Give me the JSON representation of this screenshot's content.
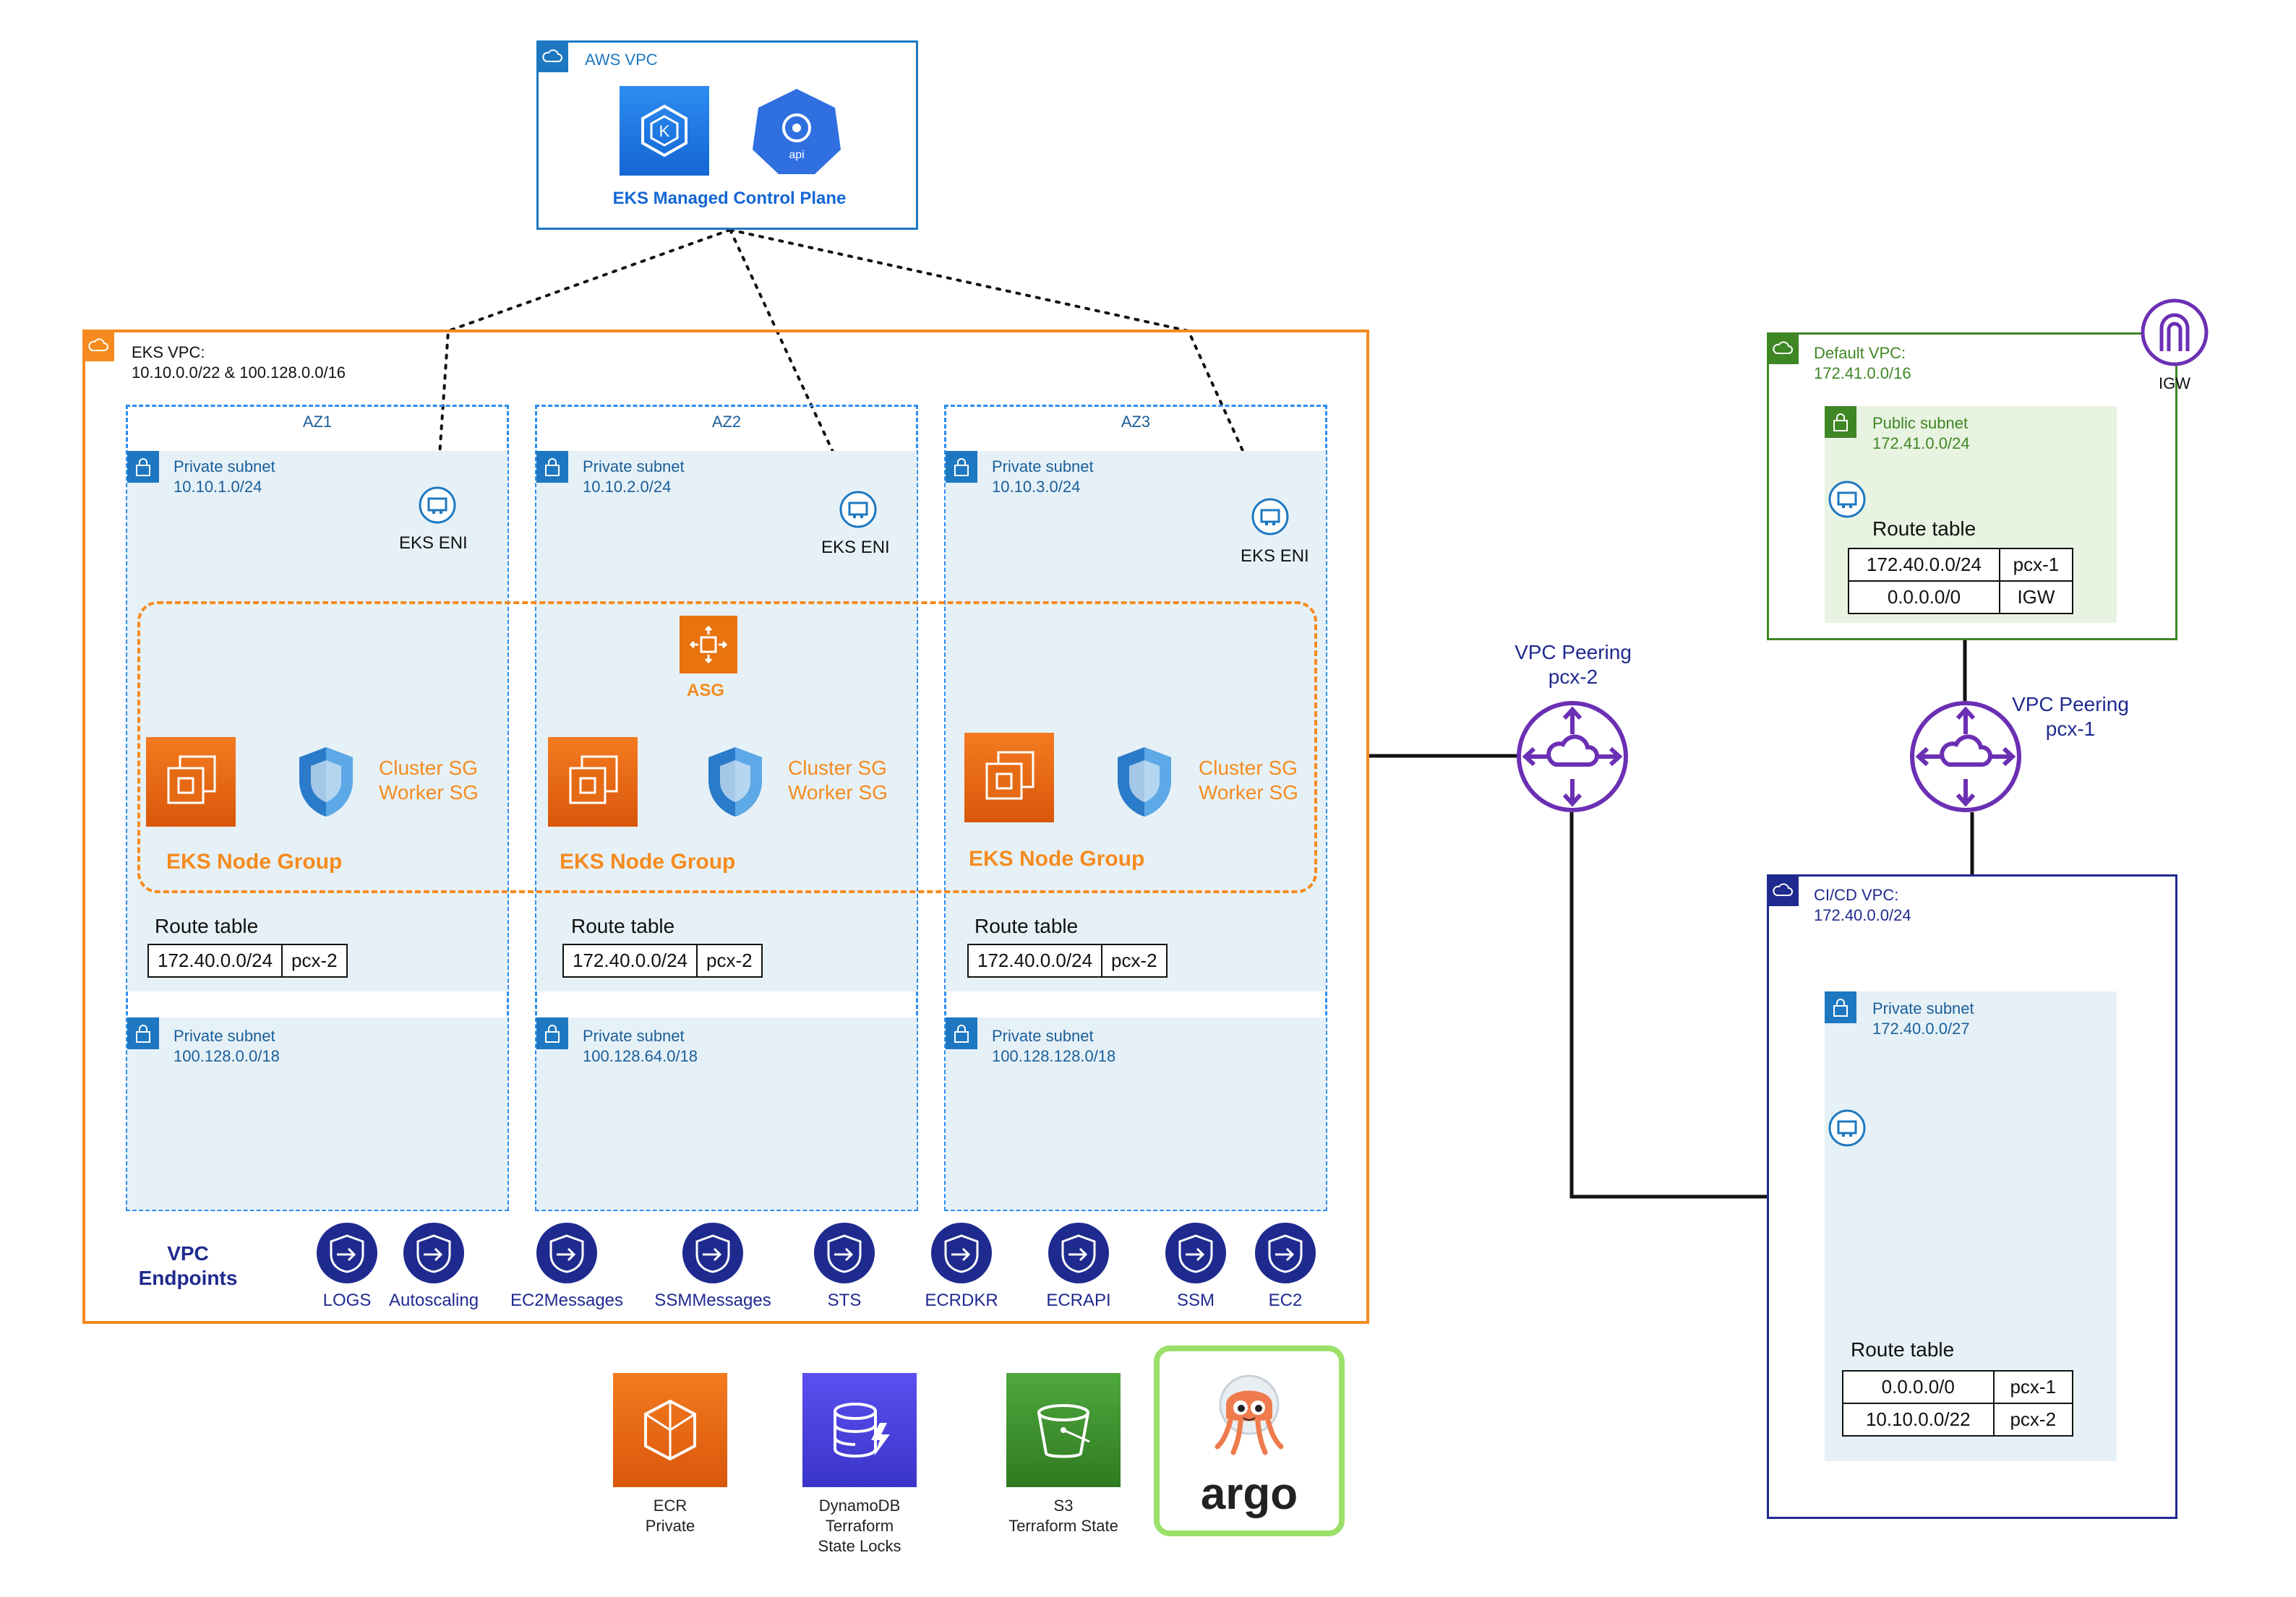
{
  "aws_vpc": {
    "label": "AWS VPC",
    "title": "EKS Managed Control Plane"
  },
  "eks_vpc": {
    "label": "EKS VPC:",
    "cidr": "10.10.0.0/22 & 100.128.0.0/16"
  },
  "azs": [
    {
      "name": "AZ1",
      "subnet_label": "Private subnet",
      "subnet_cidr": "10.10.1.0/24",
      "eni": "EKS ENI",
      "sg1": "Cluster SG",
      "sg2": "Worker SG",
      "nodegroup": "EKS Node Group",
      "rt_label": "Route table",
      "rt_dest": "172.40.0.0/24",
      "rt_target": "pcx-2",
      "subnet2_label": "Private subnet",
      "subnet2_cidr": "100.128.0.0/18"
    },
    {
      "name": "AZ2",
      "subnet_label": "Private subnet",
      "subnet_cidr": "10.10.2.0/24",
      "eni": "EKS ENI",
      "sg1": "Cluster SG",
      "sg2": "Worker SG",
      "nodegroup": "EKS Node Group",
      "rt_label": "Route table",
      "rt_dest": "172.40.0.0/24",
      "rt_target": "pcx-2",
      "subnet2_label": "Private subnet",
      "subnet2_cidr": "100.128.64.0/18"
    },
    {
      "name": "AZ3",
      "subnet_label": "Private subnet",
      "subnet_cidr": "10.10.3.0/24",
      "eni": "EKS ENI",
      "sg1": "Cluster SG",
      "sg2": "Worker SG",
      "nodegroup": "EKS Node Group",
      "rt_label": "Route table",
      "rt_dest": "172.40.0.0/24",
      "rt_target": "pcx-2",
      "subnet2_label": "Private subnet",
      "subnet2_cidr": "100.128.128.0/18"
    }
  ],
  "asg": {
    "label": "ASG"
  },
  "vpc_endpoints": {
    "title_line1": "VPC",
    "title_line2": "Endpoints",
    "items": [
      "LOGS",
      "Autoscaling",
      "EC2Messages",
      "SSMMessages",
      "STS",
      "ECRDKR",
      "ECRAPI",
      "SSM",
      "EC2"
    ]
  },
  "services": {
    "ecr": "ECR\nPrivate",
    "dynamodb": "DynamoDB\nTerraform\nState Locks",
    "s3": "S3\nTerraform State",
    "argo": "argo"
  },
  "peering2": {
    "line1": "VPC Peering",
    "line2": "pcx-2"
  },
  "peering1": {
    "line1": "VPC Peering",
    "line2": "pcx-1"
  },
  "default_vpc": {
    "label": "Default VPC:",
    "cidr": "172.41.0.0/16",
    "igw": "IGW",
    "subnet_label": "Public subnet",
    "subnet_cidr": "172.41.0.0/24",
    "rt_label": "Route table",
    "routes": [
      {
        "dest": "172.40.0.0/24",
        "target": "pcx-1"
      },
      {
        "dest": "0.0.0.0/0",
        "target": "IGW"
      }
    ]
  },
  "cicd_vpc": {
    "label": "CI/CD VPC:",
    "cidr": "172.40.0.0/24",
    "subnet_label": "Private subnet",
    "subnet_cidr": "172.40.0.0/27",
    "rt_label": "Route table",
    "routes": [
      {
        "dest": "0.0.0.0/0",
        "target": "pcx-1"
      },
      {
        "dest": "10.10.0.0/22",
        "target": "pcx-2"
      }
    ]
  },
  "colors": {
    "aws_blue": "#1d78c1",
    "eks_orange": "#f58b1f",
    "default_green": "#3f8624",
    "cicd_navy": "#1f2a8f",
    "peering_purple": "#6b2fb3",
    "argo_green": "#9be06a"
  }
}
